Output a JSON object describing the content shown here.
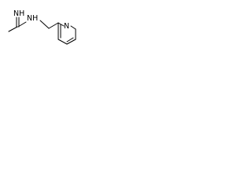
{
  "structure": {
    "atoms": {
      "imine_nh": "NH",
      "amine_nh": "NH",
      "ring_n": "N"
    },
    "colors": {
      "bond": "#000000",
      "label": "#000000",
      "background": "#ffffff"
    }
  }
}
